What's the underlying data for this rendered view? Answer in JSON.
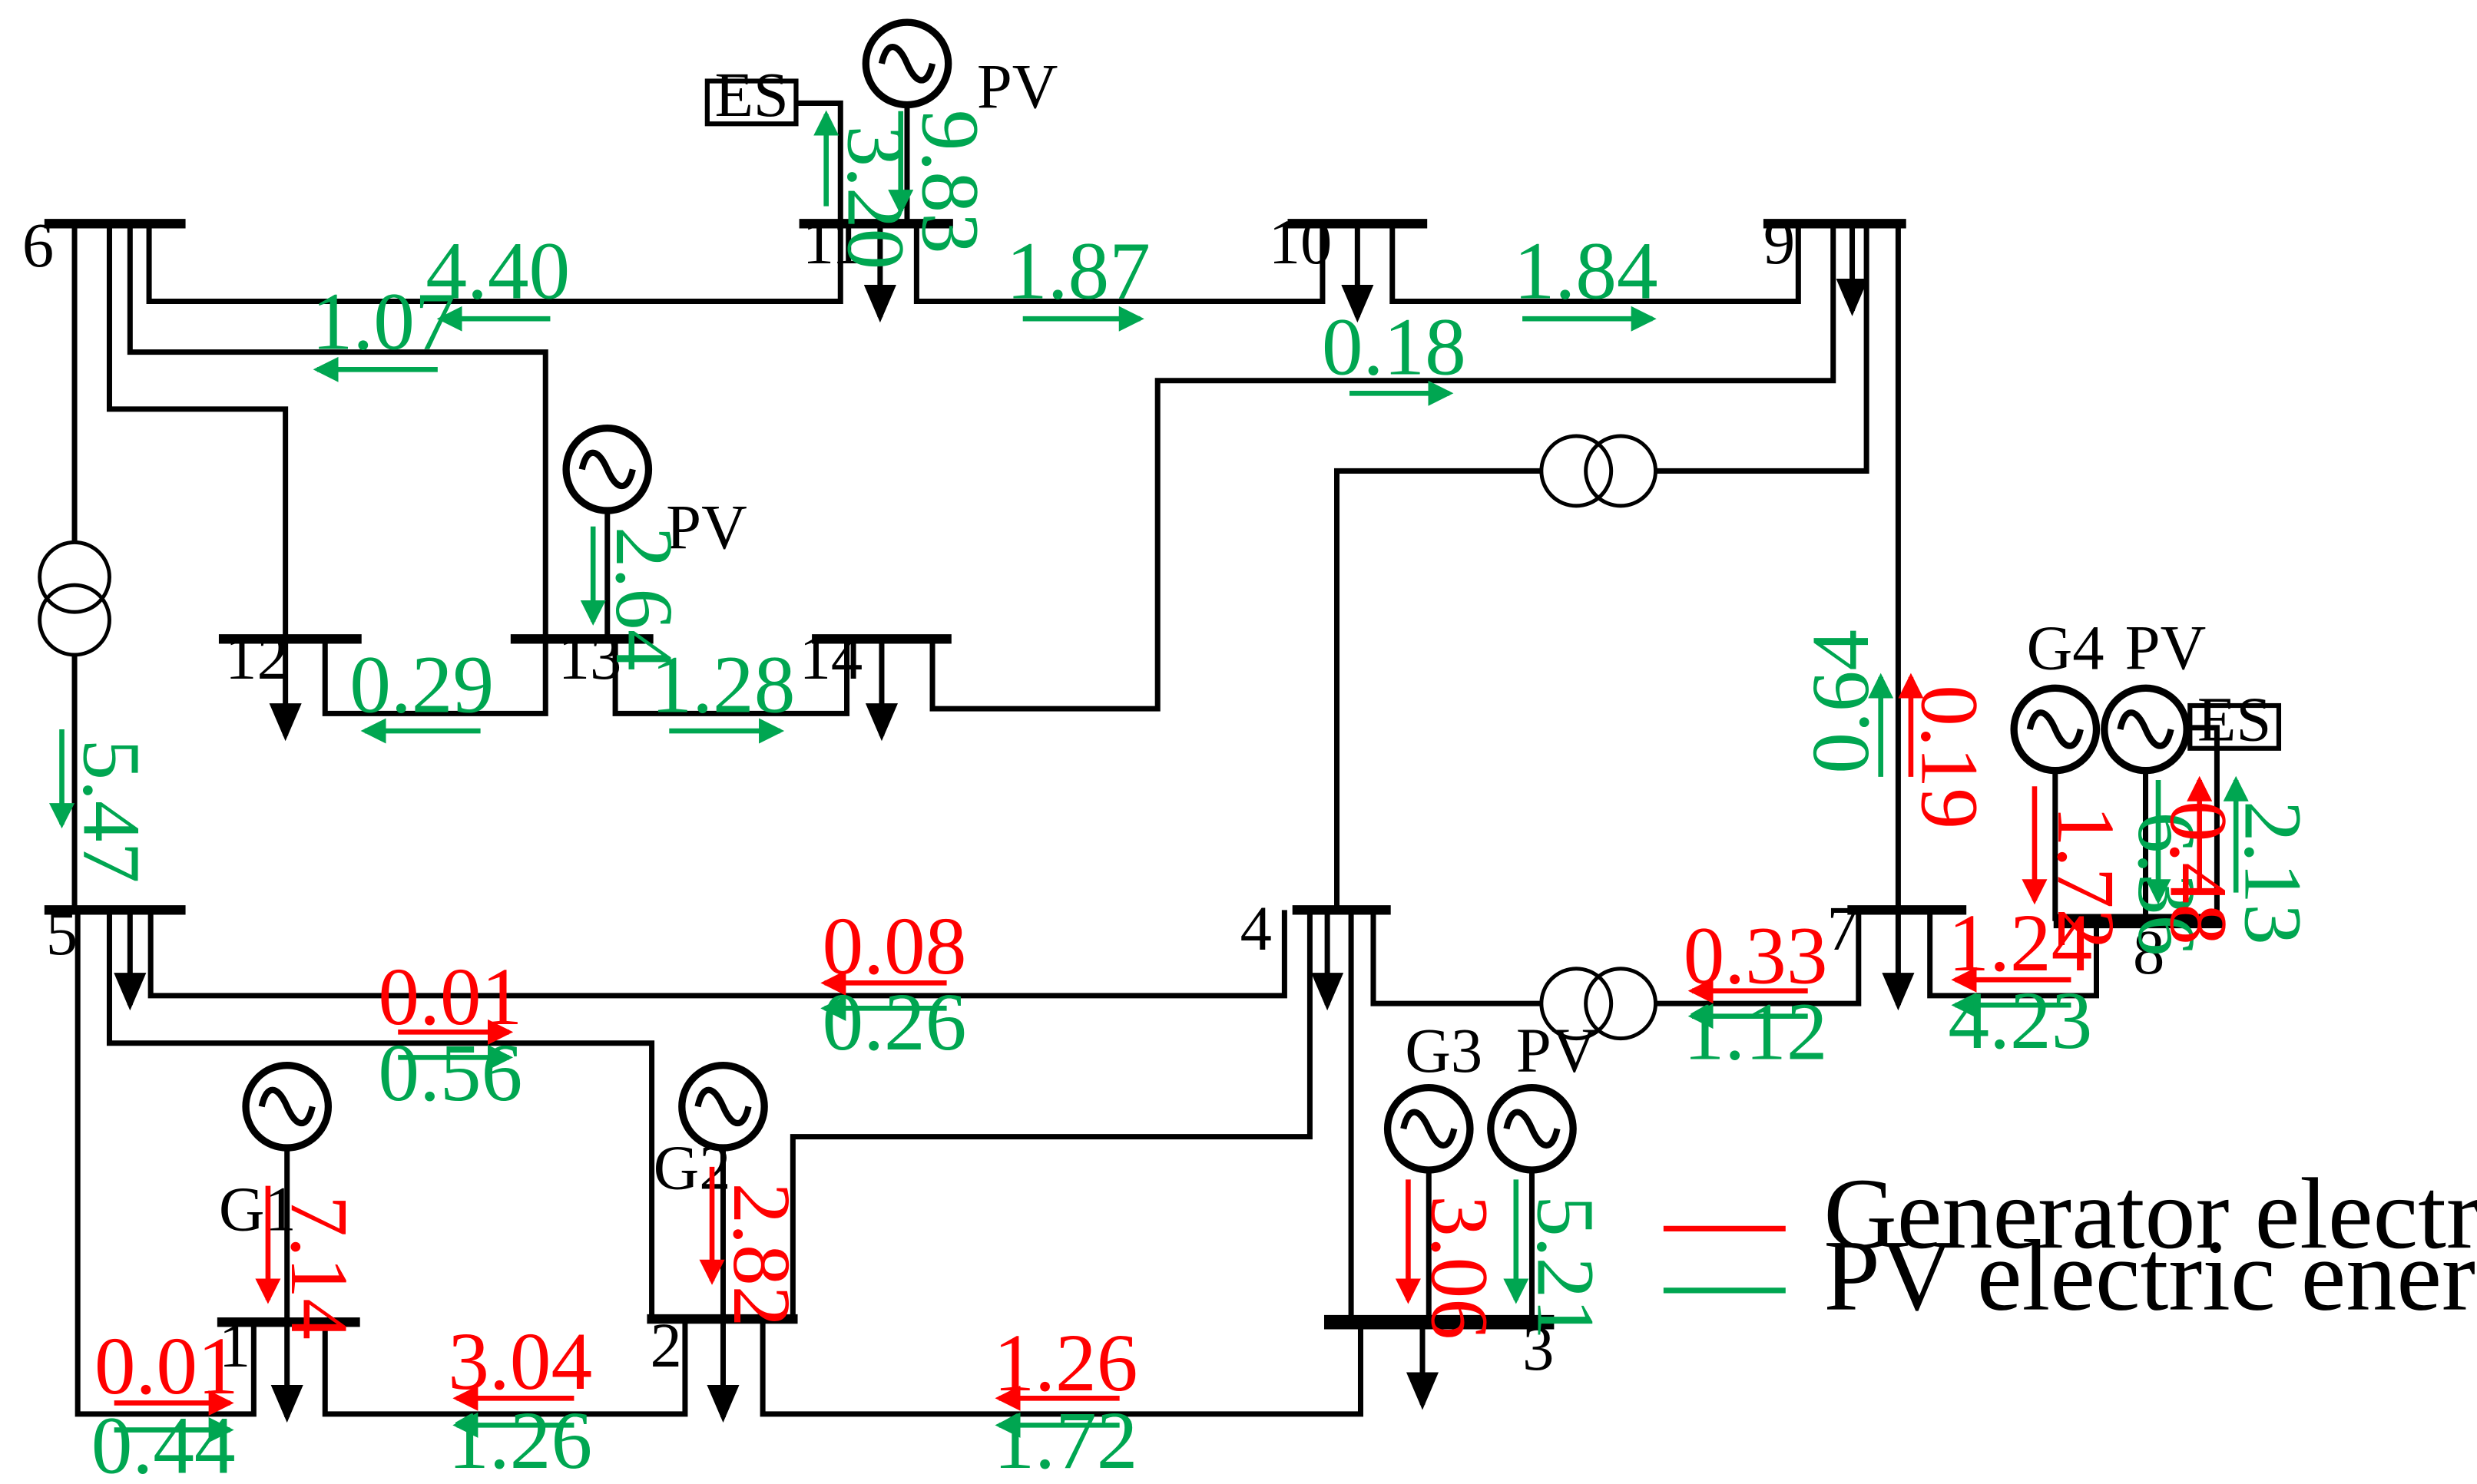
{
  "colors": {
    "generator_flow": "#ff0000",
    "pv_flow": "#00a651",
    "line": "#000000"
  },
  "buses": [
    "1",
    "2",
    "3",
    "4",
    "5",
    "6",
    "7",
    "8",
    "9",
    "10",
    "11",
    "12",
    "13",
    "14"
  ],
  "sources": {
    "g1": "G1",
    "g2": "G2",
    "g3": "G3",
    "g4": "G4",
    "pv": "PV",
    "es": "ES"
  },
  "flows": {
    "pv_11_down": "9.83",
    "es_11_up": "3.20",
    "b11_b6": "4.40",
    "b11_b10": "1.87",
    "b10_b9": "1.84",
    "b13_b6": "1.07",
    "b14_b9": "0.18",
    "pv_13_down": "2.64",
    "b13_b12": "0.29",
    "b13_b14": "1.28",
    "b6_b5": "5.47",
    "b7_b9_pv": "0.64",
    "b7_b9_gen": "0.19",
    "g4_down": "1.72",
    "pv_8_down": "6.36",
    "es_8_gen": "0.48",
    "es_8_pv": "2.13",
    "b4_b5_gen": "0.08",
    "b4_b5_pv": "0.26",
    "b5_b2_gen": "0.01",
    "b5_b2_pv": "0.56",
    "b7_b4_gen": "0.33",
    "b7_b4_pv": "1.12",
    "b8_b7_gen": "1.24",
    "b8_b7_pv": "4.23",
    "g1_down": "7.14",
    "g2_down": "2.82",
    "g3_down": "3.06",
    "pv_3_down": "5.21",
    "b5_b1_gen": "0.01",
    "b5_b1_pv": "0.44",
    "b2_b1_gen": "3.04",
    "b2_b1_pv": "1.26",
    "b3_b2_gen": "1.26",
    "b3_b2_pv": "1.72"
  },
  "legend": {
    "generator": "Generator electric energy flow",
    "pv": "PV electric energy flow"
  }
}
